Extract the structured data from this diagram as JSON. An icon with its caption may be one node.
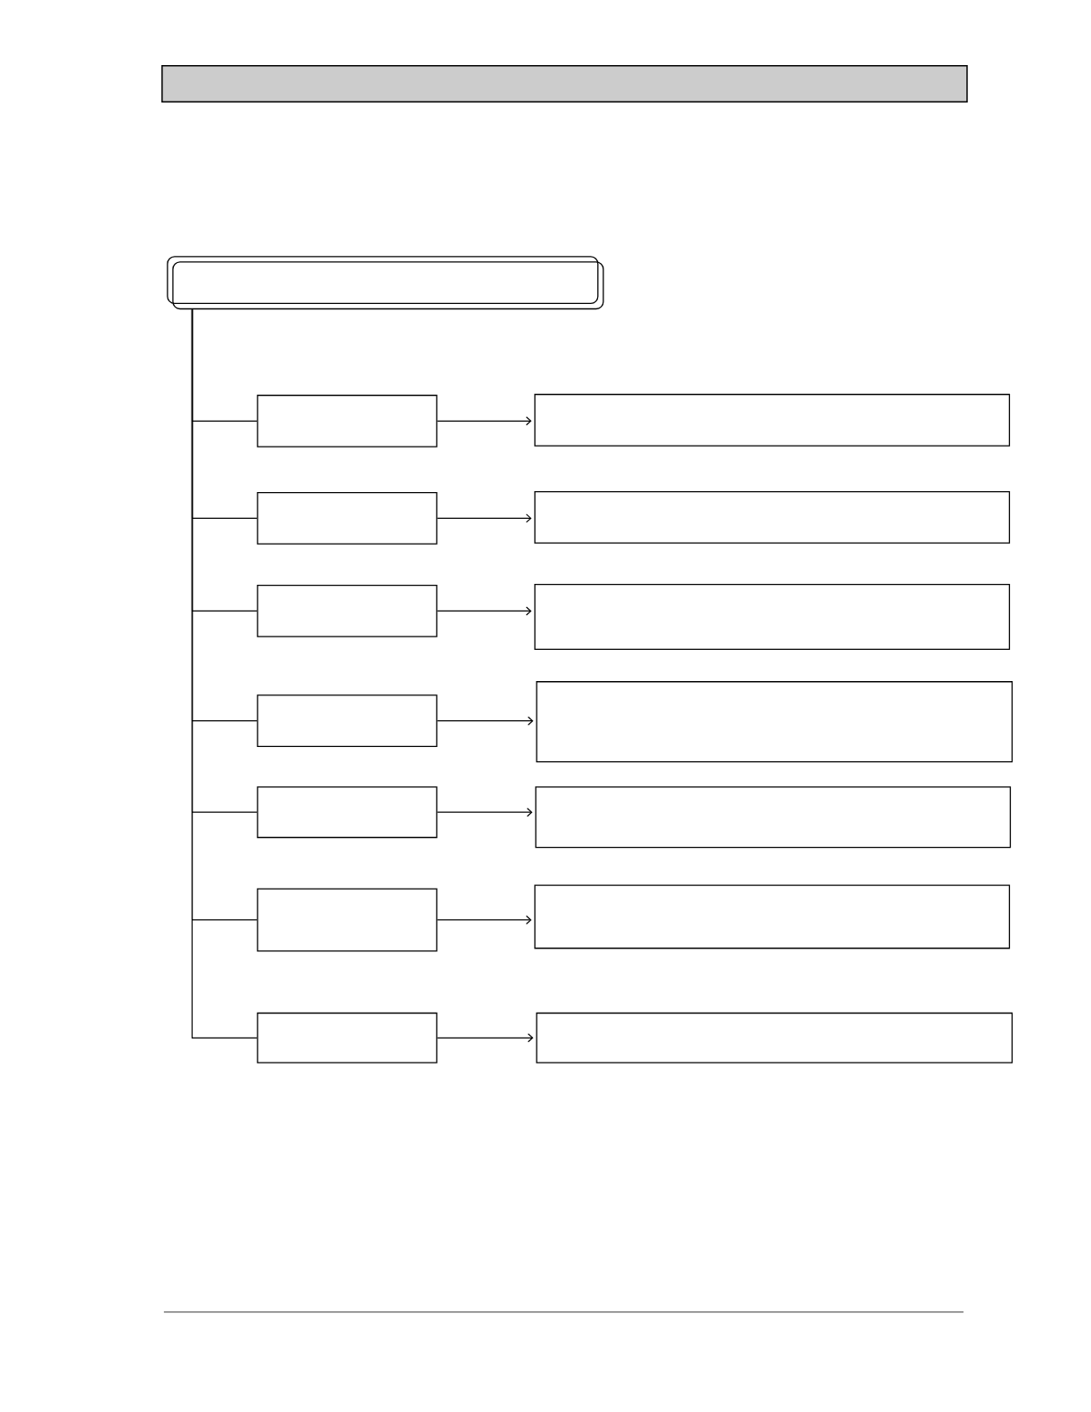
{
  "diagram": {
    "nodes": [
      {
        "text": [],
        "shape": "box"
      },
      {
        "text": [],
        "shape": "box"
      },
      {
        "text": [],
        "shape": "box"
      },
      {
        "text": [],
        "shape": "box"
      },
      {
        "text": [],
        "shape": "box"
      },
      {
        "text": [],
        "shape": "box"
      },
      {
        "text": [],
        "shape": "box"
      },
      {
        "text": [],
        "shape": "box"
      },
      {
        "text": [],
        "shape": "box"
      },
      {
        "text": [],
        "shape": "box"
      },
      {
        "text": [],
        "shape": "box"
      },
      {
        "text": [],
        "shape": "box"
      },
      {
        "text": [],
        "shape": "box"
      },
      {
        "text": [],
        "shape": "box"
      },
      {
        "text": [],
        "shape": "box"
      }
    ],
    "edges": [
      {
        "from": 0,
        "to": 1,
        "arrow": "none"
      },
      {
        "from": 1,
        "to": 2,
        "arrow": "to"
      },
      {
        "from": 0,
        "to": 3,
        "arrow": "none"
      },
      {
        "from": 3,
        "to": 4,
        "arrow": "to"
      },
      {
        "from": 0,
        "to": 5,
        "arrow": "none"
      },
      {
        "from": 5,
        "to": 6,
        "arrow": "to"
      },
      {
        "from": 0,
        "to": 7,
        "arrow": "none"
      },
      {
        "from": 7,
        "to": 8,
        "arrow": "to"
      },
      {
        "from": 0,
        "to": 9,
        "arrow": "none"
      },
      {
        "from": 9,
        "to": 10,
        "arrow": "to"
      },
      {
        "from": 0,
        "to": 11,
        "arrow": "none"
      },
      {
        "from": 11,
        "to": 12,
        "arrow": "to"
      },
      {
        "from": 0,
        "to": 13,
        "arrow": "none"
      },
      {
        "from": 13,
        "to": 14,
        "arrow": "to"
      }
    ]
  }
}
